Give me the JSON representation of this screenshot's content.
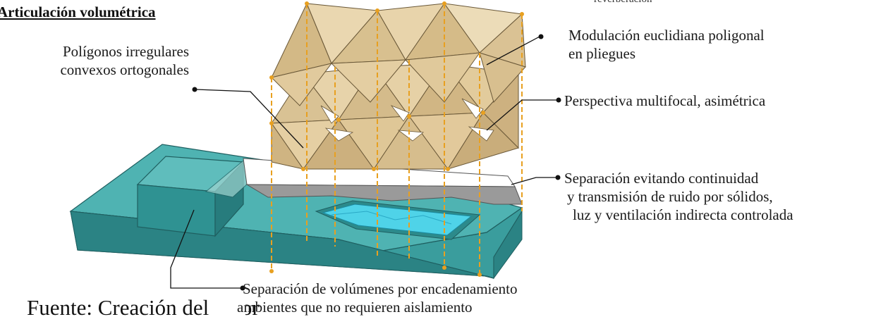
{
  "title": "Articulación volumétrica",
  "top_fragment": "reverberación",
  "labels": {
    "poligonos": [
      "Polígonos irregulares",
      "convexos ortogonales"
    ],
    "modulacion": [
      "Modulación euclidiana poligonal",
      "en pliegues"
    ],
    "perspectiva": [
      "Perspectiva multifocal, asimétrica"
    ],
    "separacion_ruido": [
      "Separación evitando continuidad",
      "y transmisión de ruido por sólidos,",
      "luz y ventilación indirecta controlada"
    ],
    "separacion_volumenes": [
      "Separación de volúmenes por encadenamiento",
      "ambientes que no requieren aislamiento"
    ]
  },
  "caption": "Fuente: Creación del autor",
  "colors": {
    "teal": "#3aa2a2",
    "teal_dark": "#227a7c",
    "teal_light": "#67c2c1",
    "wood": "#dcc59a",
    "wood_dark": "#b99c6a",
    "pool": "#4fd3e8",
    "orange": "#e8a020"
  }
}
